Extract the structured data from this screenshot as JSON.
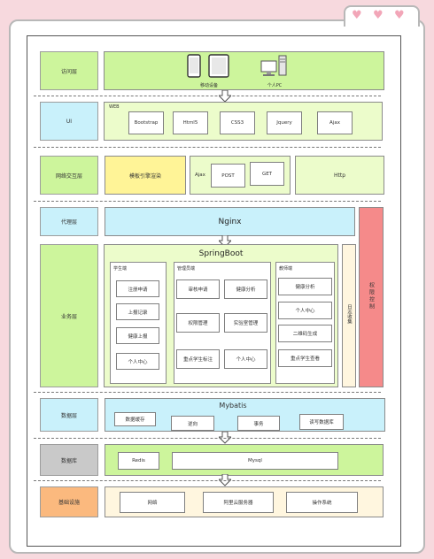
{
  "layers": {
    "access": {
      "label": "访问层",
      "mobile": "移动设备",
      "pc": "个人PC"
    },
    "ui": {
      "label": "UI",
      "web": "WEB",
      "items": [
        "Bootstrap",
        "Html5",
        "CSS3",
        "Jquery",
        "Ajax"
      ]
    },
    "net": {
      "label": "网络交互层",
      "engine": "模板引擎渲染",
      "ajax": "Ajax",
      "post": "POST",
      "get": "GET",
      "http": "Http"
    },
    "proxy": {
      "label": "代理层",
      "nginx": "Nginx"
    },
    "business": {
      "label": "业务层",
      "springboot": "SpringBoot",
      "student": {
        "title": "学生端",
        "items": [
          "注册申请",
          "上报记录",
          "健康上报",
          "个人中心"
        ]
      },
      "admin": {
        "title": "管理员端",
        "items": [
          "审核申请",
          "健康分析",
          "权限管理",
          "实验室管理",
          "重点学生标注",
          "个人中心"
        ]
      },
      "teacher": {
        "title": "教师端",
        "items": [
          "健康分析",
          "个人中心",
          "二维码生成",
          "重点学生查看"
        ]
      },
      "log": "日志收集",
      "perm": "权限控制"
    },
    "data": {
      "label": "数据层",
      "mybatis": "Mybatis",
      "items": [
        "数据缓存",
        "逆向",
        "事务",
        "读写数据库"
      ]
    },
    "db": {
      "label": "数据库",
      "redis": "Redis",
      "mysql": "Mysql"
    },
    "infra": {
      "label": "基础设施",
      "items": [
        "网络",
        "阿里云服务器",
        "操作系统"
      ]
    }
  },
  "colors": {
    "green": "#cdf59c",
    "blue": "#c9f1fb",
    "yellow": "#fff497",
    "gray": "#c9c9c9",
    "orange": "#fbb97e",
    "red": "#f58a8a",
    "lightgreen": "#ecfccb",
    "lightyellow": "#fff6df"
  }
}
